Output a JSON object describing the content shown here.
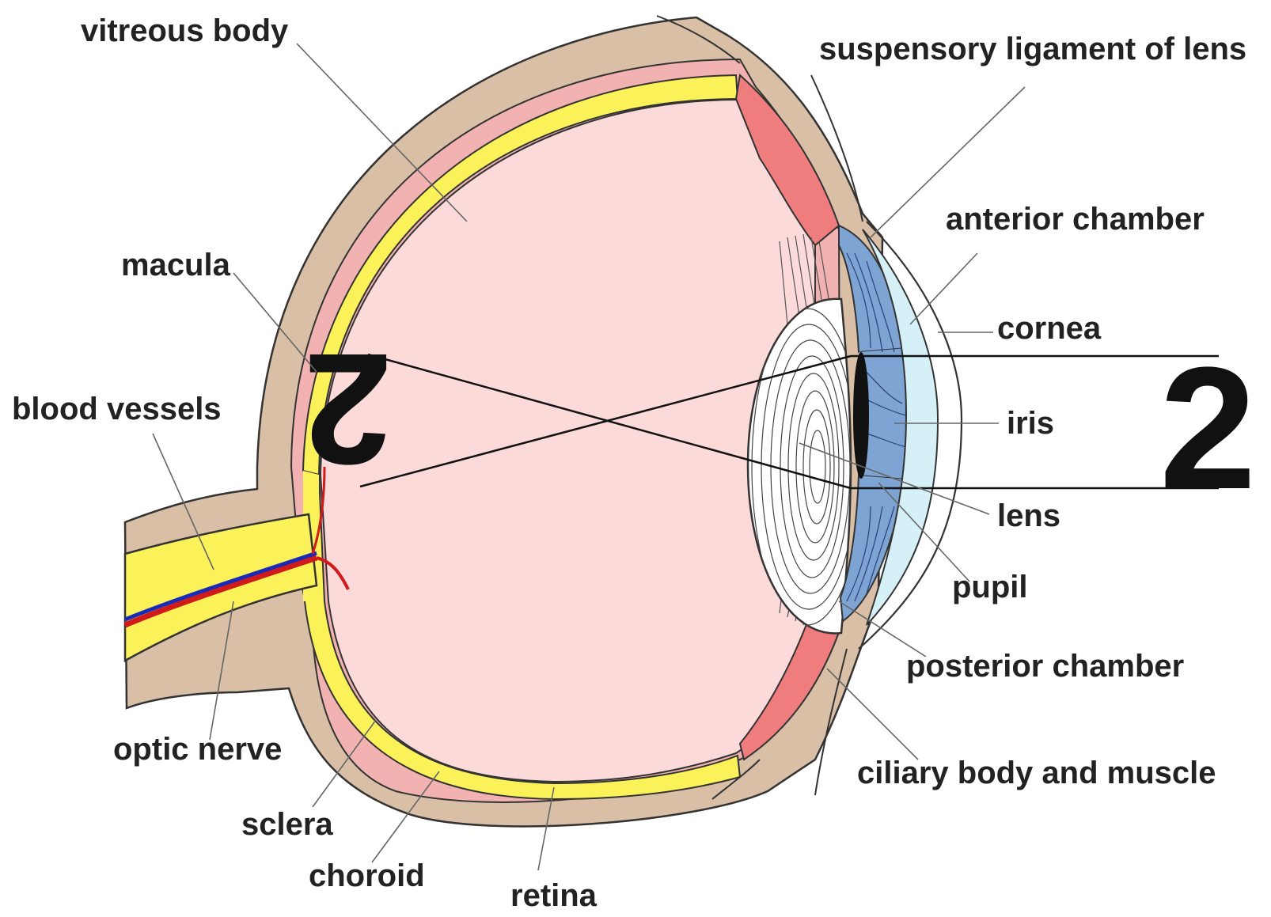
{
  "labels": {
    "vitreous_body": "vitreous body",
    "suspensory_ligament": "suspensory ligament of lens",
    "anterior_chamber": "anterior chamber",
    "macula": "macula",
    "cornea": "cornea",
    "blood_vessels": "blood vessels",
    "iris": "iris",
    "lens": "lens",
    "pupil": "pupil",
    "posterior_chamber": "posterior chamber",
    "optic_nerve": "optic nerve",
    "ciliary_body": "ciliary body and muscle",
    "sclera": "sclera",
    "choroid": "choroid",
    "retina": "retina"
  },
  "object_symbol": "2",
  "image_symbol": "2",
  "colors": {
    "sclera": "#d8bfa6",
    "choroid": "#f2b2b2",
    "retina": "#fbf25a",
    "vitreous": "#fcdada",
    "ciliary": "#ef7d7d",
    "iris": "#7ea4d4",
    "cornea_fluid": "#d5f1f7",
    "blood_red": "#d11a1a",
    "blood_blue": "#1a2bb8"
  }
}
